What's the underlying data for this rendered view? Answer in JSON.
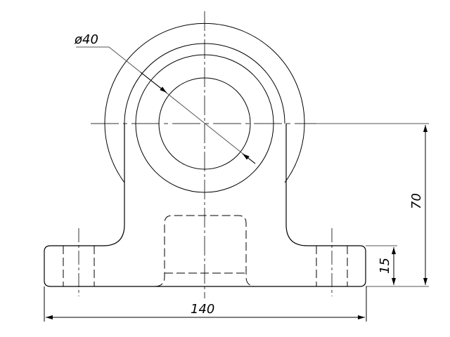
{
  "drawing": {
    "diameter_label": "ø40",
    "height_label": "70",
    "base_thickness_label": "15",
    "width_label": "140"
  },
  "colors": {
    "line": "#000000",
    "thin": "#555555",
    "background": "#ffffff"
  }
}
